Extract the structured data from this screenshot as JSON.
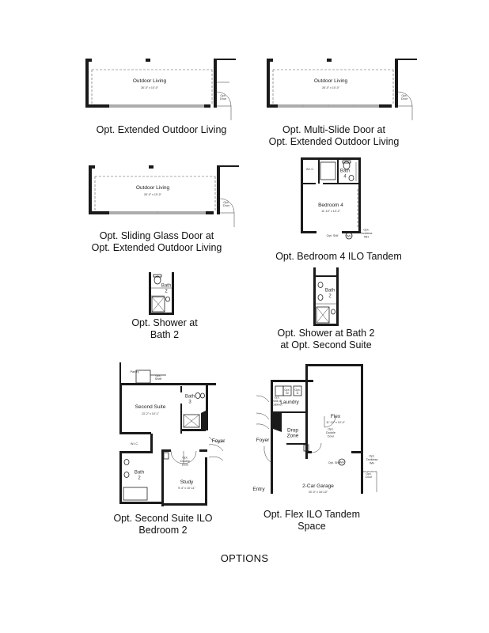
{
  "page_title": "OPTIONS",
  "plans": {
    "outdoor1": {
      "caption": "Opt. Extended Outdoor Living",
      "room_label": "Outdoor Living",
      "room_size": "26'-0\" x 10'-0\"",
      "door_label": "Opt.\nDoor"
    },
    "outdoor2": {
      "caption": "Opt. Multi-Slide Door at\nOpt. Extended Outdoor Living",
      "room_label": "Outdoor Living",
      "room_size": "26'-0\" x 10'-0\"",
      "door_label": "Opt.\nDoor"
    },
    "outdoor3": {
      "caption": "Opt. Sliding Glass Door at\nOpt. Extended Outdoor Living",
      "room_label": "Outdoor Living",
      "room_size": "26'-0\" x 10'-0\"",
      "door_label": "Opt.\nDoor"
    },
    "bedroom4": {
      "caption": "Opt. Bedroom 4 ILO Tandem",
      "room_label": "Bedroom 4",
      "room_size": "11'-10\" x 10'-2\"",
      "bath_label": "Bath\n4",
      "wic_label": "W.I.C.",
      "shelf_label": "Opt. Shlf",
      "wh_label": "WH",
      "tankless_label": "Opt.\nTankless\nWH"
    },
    "shower_bath2": {
      "caption": "Opt. Shower at\nBath 2",
      "bath_label": "Bath\n2"
    },
    "shower_suite": {
      "caption": "Opt. Shower at Bath 2\nat Opt. Second Suite",
      "bath_label": "Bath\n2"
    },
    "second_suite": {
      "caption": "Opt. Second Suite ILO\nBedroom 2",
      "suite_label": "Second Suite",
      "suite_size": "13'-2\" x 10'-1\"",
      "bath3_label": "Bath\n3",
      "bath2_label": "Bath\n2",
      "pantry_label": "Pantry",
      "shelf_label": "Opt.\nShelf",
      "wic_label": "W.I.C.",
      "foyer_label": "Foyer",
      "study_label": "Study",
      "study_size": "9'-4\" x 10'-11\"",
      "double_door_label": "Opt.\nDouble\nDoor"
    },
    "flex": {
      "caption": "Opt. Flex ILO Tandem\nSpace",
      "flex_label": "Flex",
      "flex_size": "11'-10\" x 10'-4\"",
      "laundry_label": "Laundry",
      "drop_zone_label": "Drop\nZone",
      "foyer_label": "Foyer",
      "entry_label": "Entry",
      "garage_label": "2-Car Garage",
      "garage_size": "20'-0\" x 18'-10\"",
      "sink_label": "Opt.\nSink &\nCabinet",
      "w_label": "Opt.\nW",
      "d_label": "Opt.\nD",
      "double_door_label": "Opt.\nDouble\nDoor",
      "shelf_label": "Opt. Shlf",
      "wh_label": "WH",
      "tankless_label": "Opt.\nTankless\nWH",
      "door_label": "Opt.\nDoor"
    }
  }
}
